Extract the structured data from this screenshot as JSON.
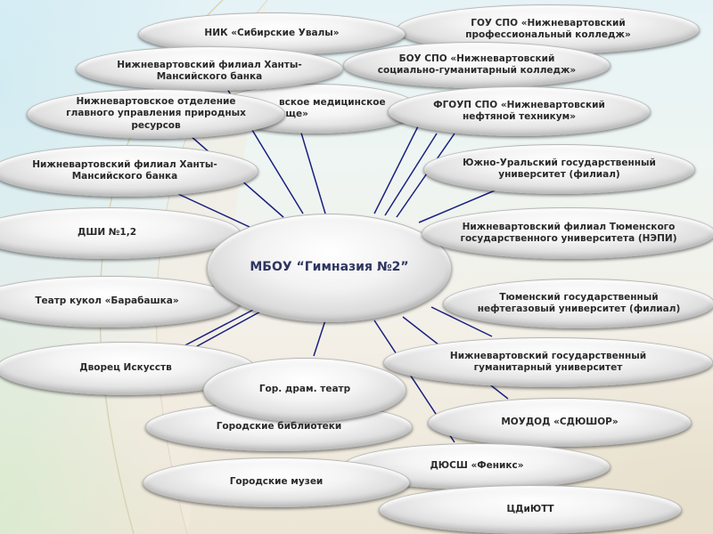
{
  "diagram": {
    "center": {
      "label": "МБОУ “Гимназия №2”"
    },
    "colors": {
      "connector": "#1a2080",
      "center_text": "#2e3560",
      "node_text": "#2a2a2a"
    },
    "nodes": [
      {
        "id": "nik",
        "label": "НИК «Сибирские Увалы»"
      },
      {
        "id": "gou-spo",
        "label": "ГОУ СПО «Нижневартовский профессиональный колледж»"
      },
      {
        "id": "khm-bank-top",
        "label": "Нижневартовский филиал Ханты-Мансийского банка"
      },
      {
        "id": "bou-spo",
        "label": "БОУ СПО «Нижневартовский социально-гуманитарный колледж»"
      },
      {
        "id": "nature",
        "label": "Нижневартовское отделение главного управления природных ресурсов"
      },
      {
        "id": "medical",
        "label": "Нижневартовское медицинское училище»",
        "visible_text": "вское медицинское ище»"
      },
      {
        "id": "fgoup",
        "label": "ФГОУП СПО «Нижневартовский нефтяной техникум»"
      },
      {
        "id": "khm-bank",
        "label": "Нижневартовский филиал Ханты-Мансийского банка"
      },
      {
        "id": "susu",
        "label": "Южно-Уральский государственный университет (филиал)"
      },
      {
        "id": "dshi",
        "label": "ДШИ №1,2"
      },
      {
        "id": "tyumgu",
        "label": "Нижневартовский  филиал   Тюменского государственного университета (НЭПИ)"
      },
      {
        "id": "puppet",
        "label": "Театр кукол «Барабашка»"
      },
      {
        "id": "tsogu",
        "label": "Тюменский государственный нефтегазовый университет (филиал)"
      },
      {
        "id": "palace",
        "label": "Дворец Искусств"
      },
      {
        "id": "ngu",
        "label": "Нижневартовский государственный гуманитарный университет"
      },
      {
        "id": "drama",
        "label": "Гор. драм. театр"
      },
      {
        "id": "libraries",
        "label": "Городские библиотеки"
      },
      {
        "id": "sdyushor",
        "label": "МОУДОД «СДЮШОР»"
      },
      {
        "id": "phoenix",
        "label": "ДЮСШ «Феникс»"
      },
      {
        "id": "museums",
        "label": "Городские музеи"
      },
      {
        "id": "tsdiyutt",
        "label": "ЦДиЮТТ"
      }
    ]
  }
}
